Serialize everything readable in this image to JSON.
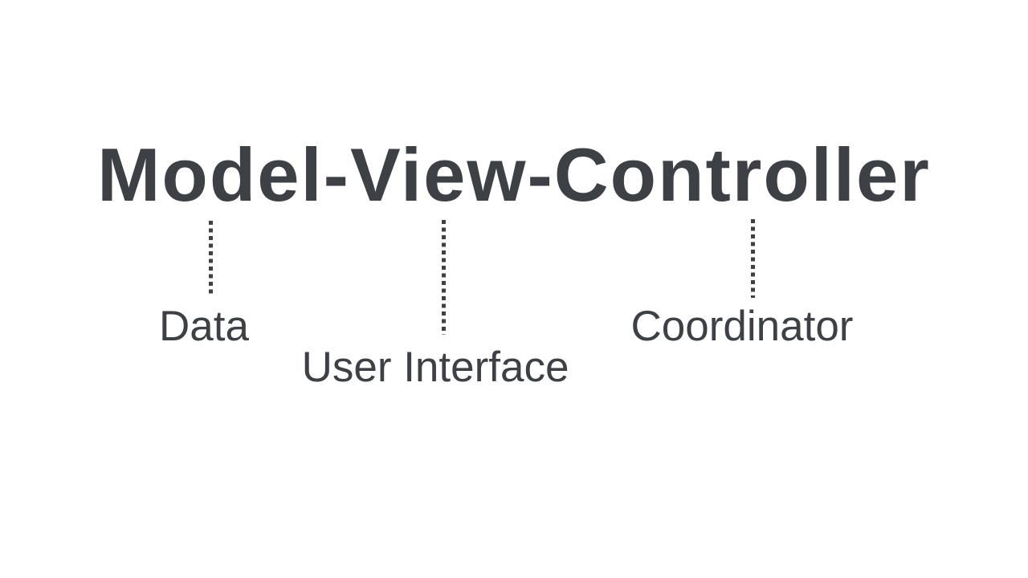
{
  "diagram": {
    "title": "Model-View-Controller",
    "colors": {
      "ink": "#3d4045",
      "background": "#ffffff"
    },
    "connectors": [
      {
        "term": "Model",
        "label": "Data"
      },
      {
        "term": "View",
        "label": "User Interface"
      },
      {
        "term": "Controller",
        "label": "Coordinator"
      }
    ]
  }
}
